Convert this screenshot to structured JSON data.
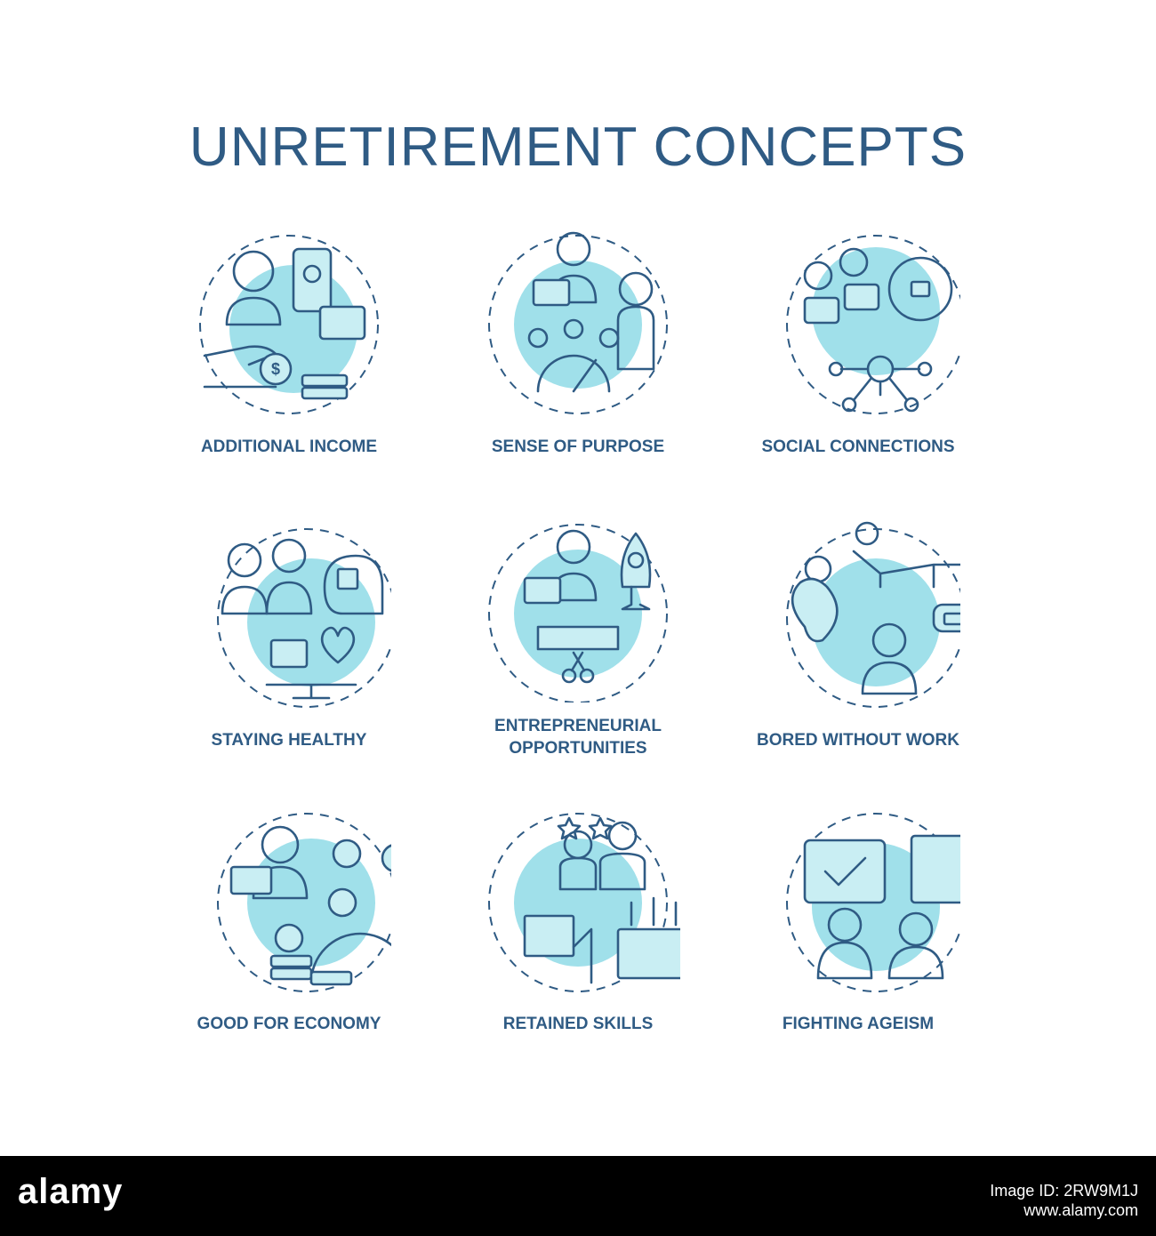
{
  "title": "UNRETIREMENT CONCEPTS",
  "accent_color": "#8fdbe6",
  "text_color": "#2f5b84",
  "concepts": [
    {
      "label": "ADDITIONAL INCOME",
      "icon": "income-icon"
    },
    {
      "label": "SENSE OF PURPOSE",
      "icon": "purpose-icon"
    },
    {
      "label": "SOCIAL CONNECTIONS",
      "icon": "social-icon"
    },
    {
      "label": "STAYING HEALTHY",
      "icon": "health-icon"
    },
    {
      "label": "ENTREPRENEURIAL OPPORTUNITIES",
      "icon": "entrepreneur-icon"
    },
    {
      "label": "BORED WITHOUT WORK",
      "icon": "bored-icon"
    },
    {
      "label": "GOOD FOR ECONOMY",
      "icon": "economy-icon"
    },
    {
      "label": "RETAINED SKILLS",
      "icon": "skills-icon"
    },
    {
      "label": "FIGHTING AGEISM",
      "icon": "ageism-icon"
    }
  ],
  "footer": {
    "brand": "alamy",
    "image_id": "Image ID: 2RW9M1J",
    "site": "www.alamy.com"
  }
}
